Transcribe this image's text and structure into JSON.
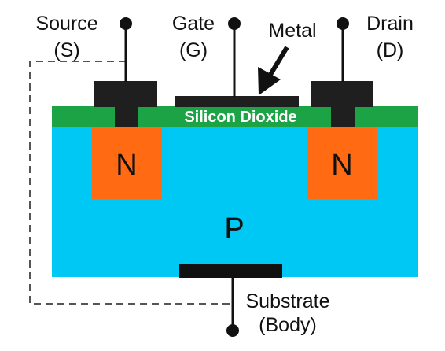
{
  "terminals": {
    "source": {
      "name": "Source",
      "symbol": "(S)"
    },
    "gate": {
      "name": "Gate",
      "symbol": "(G)"
    },
    "drain": {
      "name": "Drain",
      "symbol": "(D)"
    },
    "substrate": {
      "name": "Substrate",
      "symbol": "(Body)"
    }
  },
  "layers": {
    "metal": "Metal",
    "oxide": "Silicon Dioxide",
    "n_left": "N",
    "n_right": "N",
    "p_body": "P"
  },
  "colors": {
    "substrate_p": "#00c8f5",
    "n_region": "#ff6a12",
    "oxide": "#1ca346",
    "metal": "#111111",
    "wire": "#111111",
    "dashed_wire": "#555555"
  }
}
